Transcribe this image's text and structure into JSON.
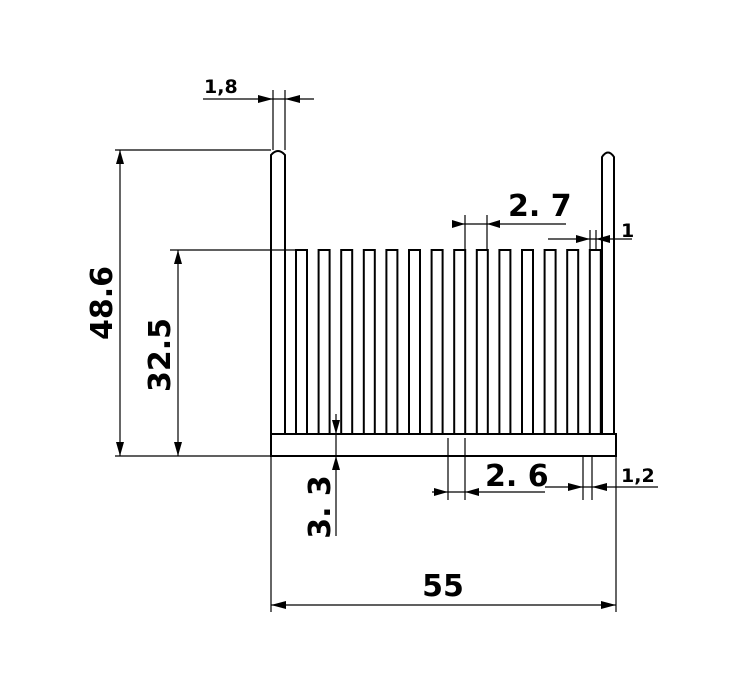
{
  "diagram": {
    "type": "heatsink-profile-drawing",
    "fin_count": 14,
    "dimensions": {
      "top_fin_thickness": "1,8",
      "overall_height": "48.6",
      "fin_height": "32.5",
      "fin_pitch": "2. 7",
      "right_fin_thickness": "1",
      "base_thickness": "3. 3",
      "fin_gap": "2. 6",
      "right_wall_thickness": "1,2",
      "overall_width": "55"
    }
  }
}
